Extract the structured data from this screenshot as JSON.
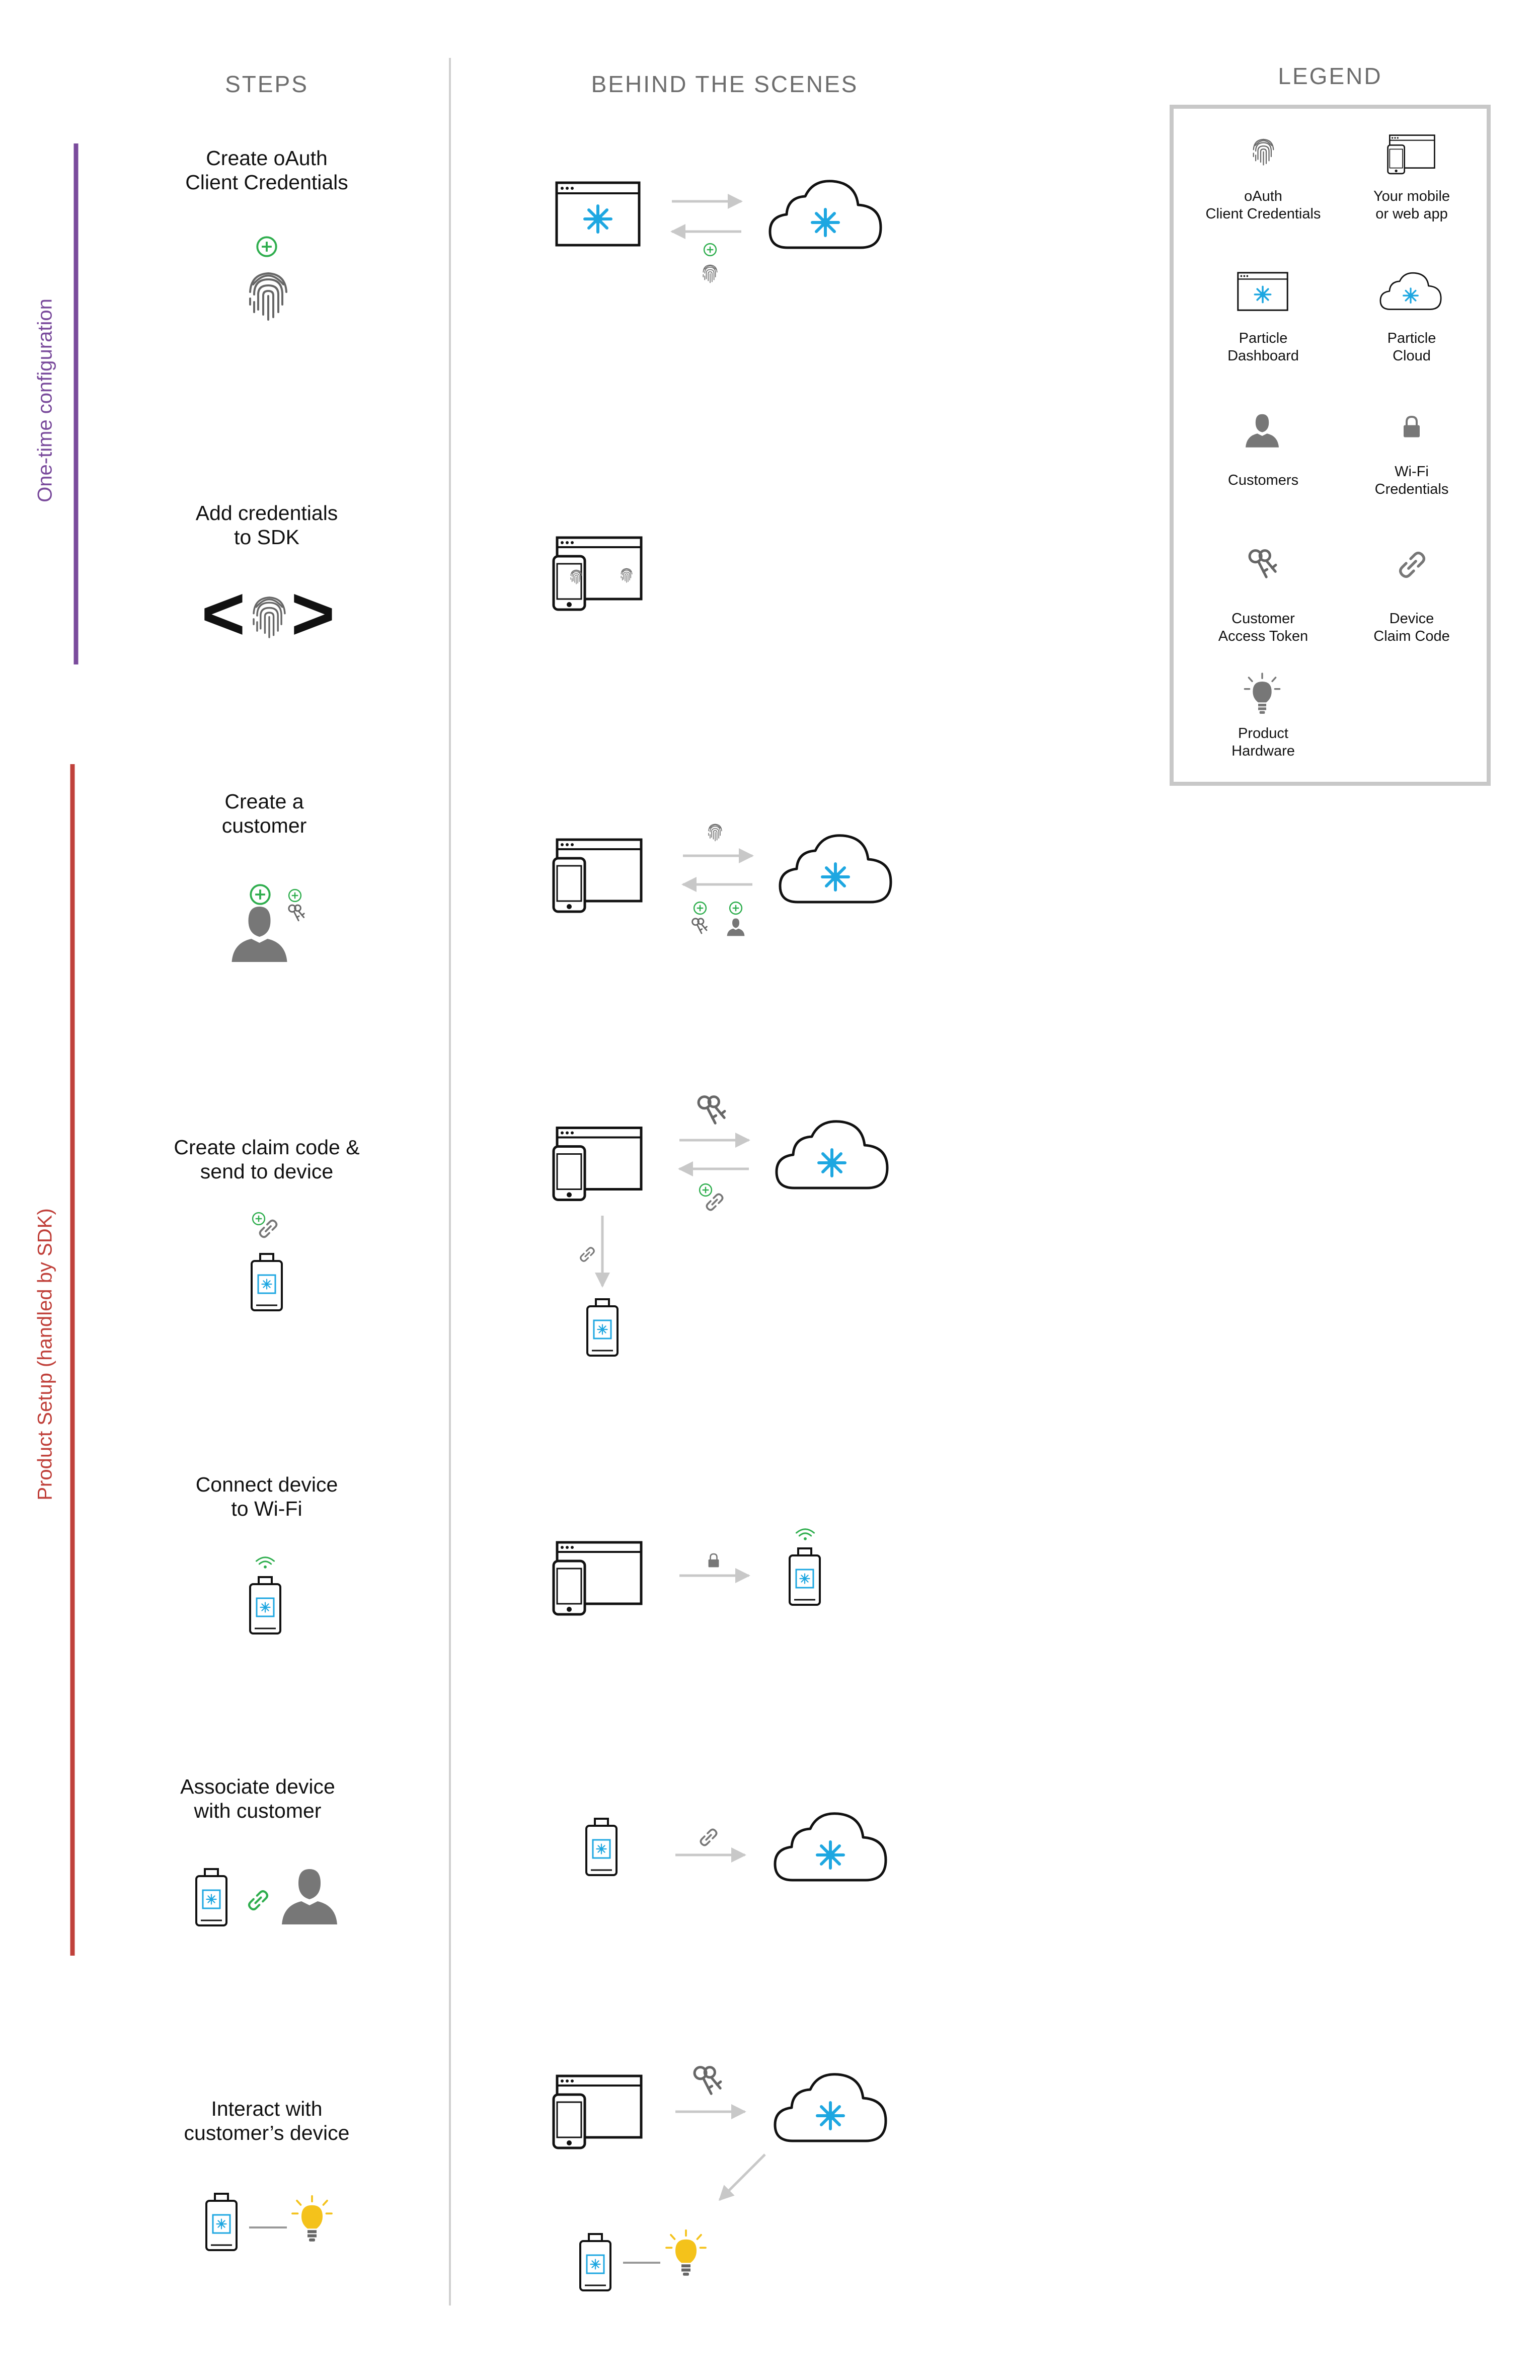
{
  "columns": {
    "steps": "STEPS",
    "behind": "BEHIND THE SCENES",
    "legend": "LEGEND"
  },
  "sections": {
    "one_time": "One-time configuration",
    "product_setup": "Product Setup (handled by SDK)"
  },
  "steps": [
    "Create oAuth\nClient Credentials",
    "Add credentials\nto SDK",
    "Create a\ncustomer",
    "Create claim code &\nsend to device",
    "Connect device\nto Wi-Fi",
    "Associate device\nwith customer",
    "Interact with\ncustomer’s device"
  ],
  "legend": [
    {
      "label": "oAuth\nClient Credentials",
      "icon": "fingerprint-icon"
    },
    {
      "label": "Your mobile\nor web app",
      "icon": "app-icon"
    },
    {
      "label": "Particle\nDashboard",
      "icon": "dashboard-icon"
    },
    {
      "label": "Particle\nCloud",
      "icon": "cloud-icon"
    },
    {
      "label": "Customers",
      "icon": "customer-icon"
    },
    {
      "label": "Wi-Fi\nCredentials",
      "icon": "lock-icon"
    },
    {
      "label": "Customer\nAccess Token",
      "icon": "keys-icon"
    },
    {
      "label": "Device\nClaim Code",
      "icon": "link-icon"
    },
    {
      "label": "Product\nHardware",
      "icon": "bulb-icon"
    }
  ],
  "colors": {
    "purple": "#7a4b9c",
    "red": "#c0413b",
    "blue": "#1ea7e1",
    "green": "#2fae4e",
    "yellow": "#f4c21b",
    "gray": "#888888",
    "arrow": "#c8c8c8",
    "text": "#111111",
    "title": "#6d6d6d"
  }
}
